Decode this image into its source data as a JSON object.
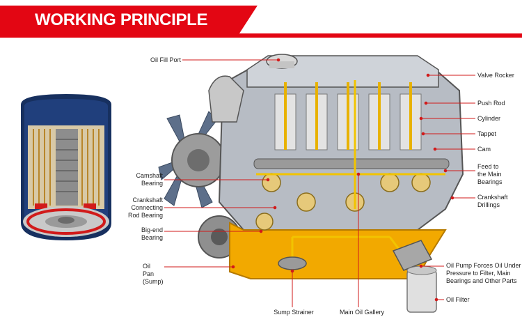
{
  "header": {
    "title": "WORKING PRINCIPLE"
  },
  "colors": {
    "accent": "#e30613",
    "oil": "#f2b800",
    "leader": "#d11a1a"
  },
  "icons": {
    "filter": "oil-filter-cutaway-icon",
    "engine": "engine-cutaway-illustration"
  },
  "labels": {
    "oil_fill_port": "Oil Fill Port",
    "valve_rocker": "Valve Rocker",
    "push_rod": "Push Rod",
    "cylinder": "Cylinder",
    "tappet": "Tappet",
    "cam": "Cam",
    "feed_main_bearings": "Feed to\nthe Main\nBearings",
    "crankshaft_drillings": "Crankshaft\nDrillings",
    "camshaft_bearing": "Camshaft\nBearing",
    "crankshaft_rod_bearing": "Crankshaft\nConnecting\nRod Bearing",
    "big_end_bearing": "Big-end\nBearing",
    "oil_pan": "Oil Pan\n(Sump)",
    "sump_strainer": "Sump Strainer",
    "main_oil_gallery": "Main Oil Gallery",
    "oil_pump": "Oil Pump Forces Oil Under\nPressure to Filter, Main\nBearings and Other Parts",
    "oil_filter": "Oil Filter"
  }
}
